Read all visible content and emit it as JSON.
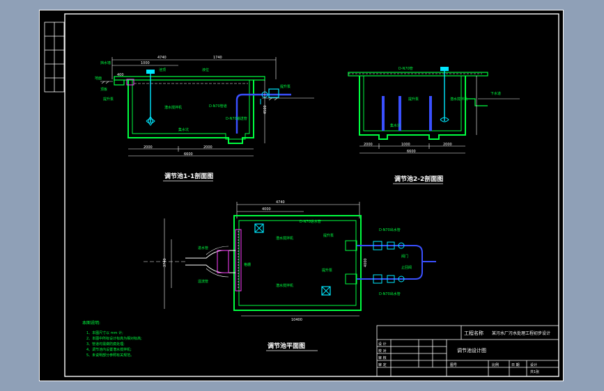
{
  "titles": {
    "section_11": "调节池1-1剖面图",
    "section_22": "调节池2-2剖面图",
    "plan": "调节池平面图"
  },
  "notes": {
    "heading": "本图说明:",
    "lines": [
      "1、本图尺寸以 mm 计;",
      "2、本图中所标设计标高为相对标高;",
      "3、管道均需做防腐处理;",
      "4、调节池内设置潜水搅拌机;",
      "5、未说明部分参照有关规范。"
    ]
  },
  "labels": {
    "wall_l": "挡水墙",
    "grade_l": "地面",
    "slab": "顶板",
    "tank_top": "池顶",
    "water_level": "液位",
    "pump_l": "提升泵",
    "mixer": "潜水搅拌机",
    "pipe_dn": "D-N70管道",
    "pit": "集水坑",
    "pipe_right": "D-N70输送管",
    "pump_r": "提升泵",
    "pump_22": "提升泵",
    "mixer_22": "潜水搅拌机",
    "pit_22": "集水坑",
    "pipe_22": "D-N70管",
    "ground_22": "下水道",
    "plan_pipe_top": "D-N70进水管",
    "plan_mixer_a": "潜水搅拌机",
    "plan_mixer_b": "潜水搅拌机",
    "plan_pump_a": "提升泵",
    "plan_pump_b": "提升泵",
    "plan_screen": "格栅",
    "plan_inlet": "进水管",
    "plan_overflow": "溢流管",
    "plan_out_a": "D-N70出水管",
    "plan_out_b": "D-N70出水管",
    "plan_valve": "阀门",
    "plan_check": "止回阀"
  },
  "dims": {
    "s11_top": "4740",
    "s11_top2": "1740",
    "s11_sub": "1000",
    "s11_bottom_a": "2000",
    "s11_bottom_b": "2000",
    "s11_total": "6600",
    "s11_h1": "4500",
    "s11_h2": "400",
    "s22_a": "2000",
    "s22_b": "1000",
    "s22_c": "2000",
    "s22_total": "6600",
    "plan_top": "4740",
    "plan_top2": "4000",
    "plan_bottom": "10400",
    "plan_left": "3740",
    "plan_right": "4000"
  },
  "title_block": {
    "project_label": "工程名称",
    "project_name": "某污水厂污水处理工程初步设计",
    "drawing_name": "调节池设计图",
    "row_labels": [
      "设 计",
      "校 对",
      "审 核",
      "审 定"
    ],
    "footer_a": "图号",
    "footer_b": "比例",
    "footer_c": "日 期",
    "footer_d": "设计",
    "footer_e": "共1张"
  },
  "colors": {
    "wall": "#00ff40",
    "pipe": "#3a50ff",
    "cyan": "#00e8ff",
    "magenta": "#ff40ff",
    "text": "#ffffff"
  }
}
